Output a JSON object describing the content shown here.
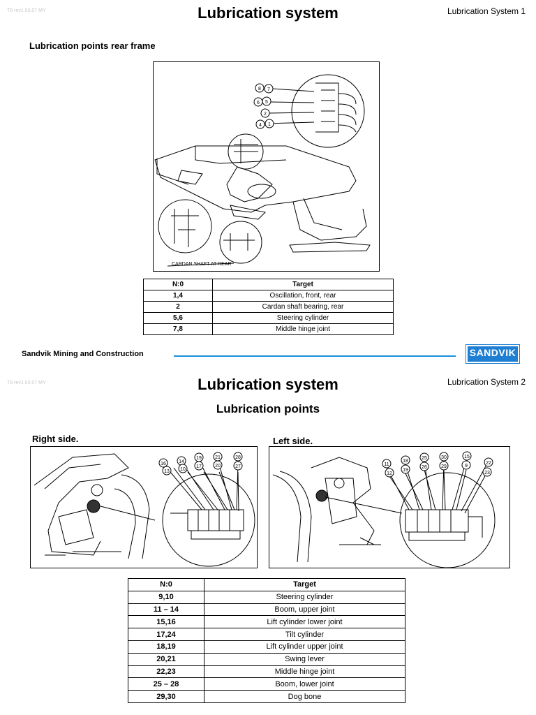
{
  "page1": {
    "rev": "T9 rev1 03.07 MY",
    "title": "Lubrication system",
    "corner": "Lubrication System  1",
    "subtitle": "Lubrication points rear frame",
    "figure_caption": "CARDAN SHAFT AT REAR",
    "callouts": [
      "8",
      "7",
      "6",
      "5",
      "2",
      "4",
      "1"
    ],
    "table": {
      "headers": [
        "N:0",
        "Target"
      ],
      "rows": [
        [
          "1,4",
          "Oscillation, front, rear"
        ],
        [
          "2",
          "Cardan shaft bearing, rear"
        ],
        [
          "5,6",
          "Steering cylinder"
        ],
        [
          "7,8",
          "Middle hinge joint"
        ]
      ]
    },
    "footer": {
      "company": "Sandvik Mining and Construction",
      "logo": "SANDVIK"
    }
  },
  "page2": {
    "rev": "T9 rev1 03.07 MY",
    "title": "Lubrication system",
    "corner": "Lubrication System  2",
    "subtitle": "Lubrication points",
    "right_label": "Right side.",
    "left_label": "Left side.",
    "right_callouts": [
      "16",
      "14",
      "19",
      "21",
      "28",
      "13",
      "10",
      "17",
      "20",
      "27"
    ],
    "left_callouts": [
      "11",
      "18",
      "25",
      "30",
      "15",
      "12",
      "19",
      "26",
      "29",
      "9",
      "22",
      "23"
    ],
    "table": {
      "headers": [
        "N:0",
        "Target"
      ],
      "rows": [
        [
          "9,10",
          "Steering cylinder"
        ],
        [
          "11 – 14",
          "Boom, upper joint"
        ],
        [
          "15,16",
          "Lift cylinder lower joint"
        ],
        [
          "17,24",
          "Tilt cylinder"
        ],
        [
          "18,19",
          "Lift cylinder upper joint"
        ],
        [
          "20,21",
          "Swing lever"
        ],
        [
          "22,23",
          "Middle hinge joint"
        ],
        [
          "25 – 28",
          "Boom, lower joint"
        ],
        [
          "29,30",
          "Dog bone"
        ]
      ]
    }
  },
  "colors": {
    "footer_line": "#1a8fe0",
    "logo_bg": "#1e7fd3"
  }
}
